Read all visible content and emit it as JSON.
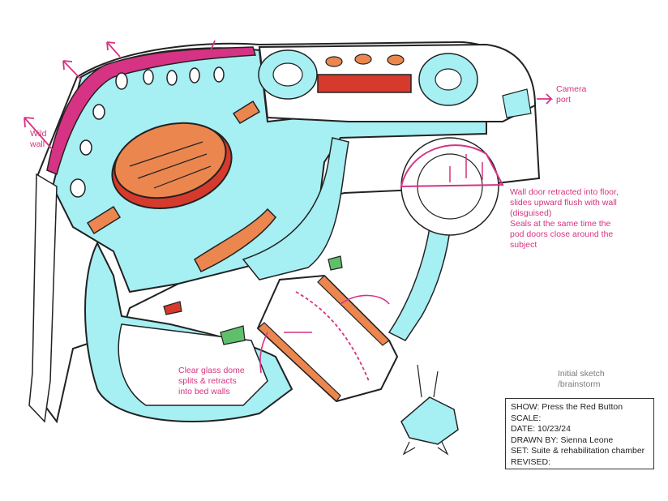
{
  "colors": {
    "cyan": "#a6eff3",
    "orange": "#ec864f",
    "red": "#d63a2c",
    "magenta": "#d63384",
    "green": "#5fbf6b",
    "ink": "#222222",
    "note_pink": "#d6337f",
    "note_grey": "#7a7a7a"
  },
  "annotations": {
    "camera_port": [
      "Camera",
      "port"
    ],
    "wild_wall": [
      "Wild",
      "wall"
    ],
    "wall_door": [
      "Wall door retracted into floor,",
      "slides upward flush with wall",
      "(disguised)",
      "Seals at the same time the",
      "pod doors close around the",
      "subject"
    ],
    "glass_dome": [
      "Clear glass dome",
      "splits & retracts",
      "into bed walls"
    ],
    "initial_sketch": [
      "Initial sketch",
      "/brainstorm"
    ]
  },
  "title_block": {
    "show": "SHOW: Press the Red Button",
    "scale": "SCALE:",
    "date": "DATE: 10/23/24",
    "drawn_by": "DRAWN BY: Sienna Leone",
    "set": "SET: Suite & rehabilitation chamber",
    "revised": "REVISED:"
  }
}
